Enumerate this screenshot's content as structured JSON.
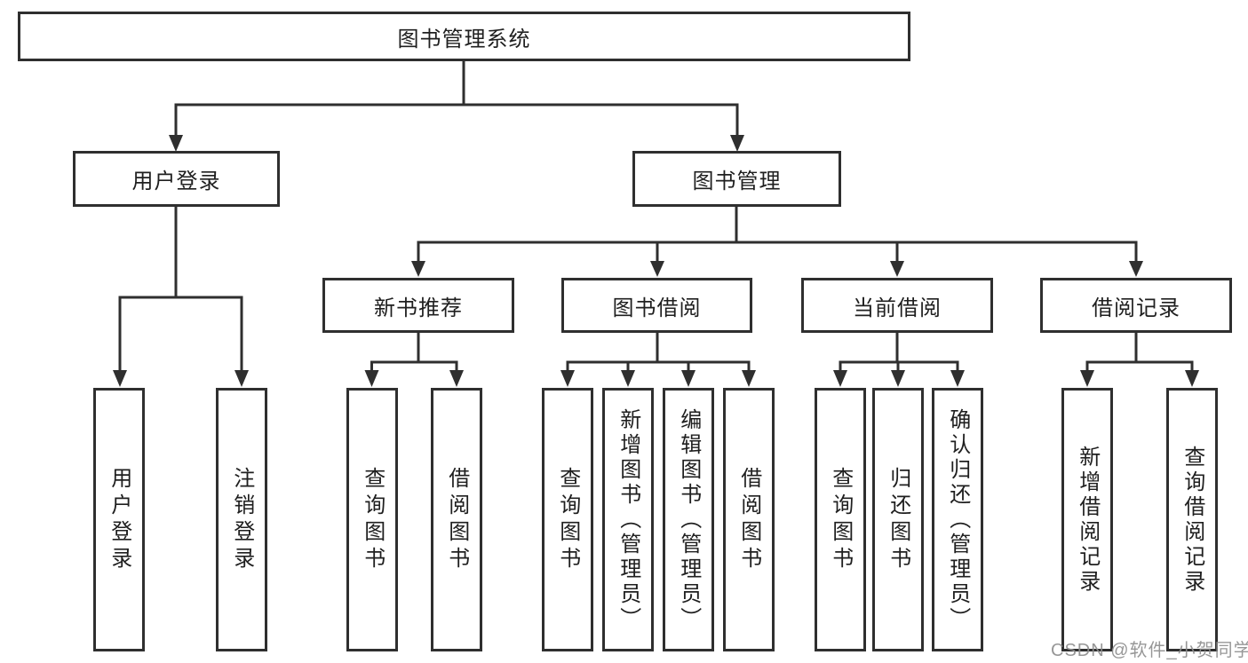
{
  "tree": {
    "root": {
      "label": "图书管理系统"
    },
    "branches": [
      {
        "label": "用户登录",
        "leaves": [
          "用户登录",
          "注销登录"
        ]
      },
      {
        "label": "图书管理",
        "sections": [
          {
            "label": "新书推荐",
            "leaves": [
              "查询图书",
              "借阅图书"
            ]
          },
          {
            "label": "图书借阅",
            "leaves": [
              "查询图书",
              "新增图书（管理员）",
              "编辑图书（管理员）",
              "借阅图书"
            ]
          },
          {
            "label": "当前借阅",
            "leaves": [
              "查询图书",
              "归还图书",
              "确认归还（管理员）"
            ]
          },
          {
            "label": "借阅记录",
            "leaves": [
              "新增借阅记录",
              "查询借阅记录"
            ]
          }
        ]
      }
    ]
  },
  "watermark": {
    "text": "CSDN @软件_小贺同学"
  },
  "colors": {
    "line": "#2f2f2f",
    "text": "#1f1f1f",
    "background": "#ffffff",
    "watermark": "#8f8f8f"
  }
}
